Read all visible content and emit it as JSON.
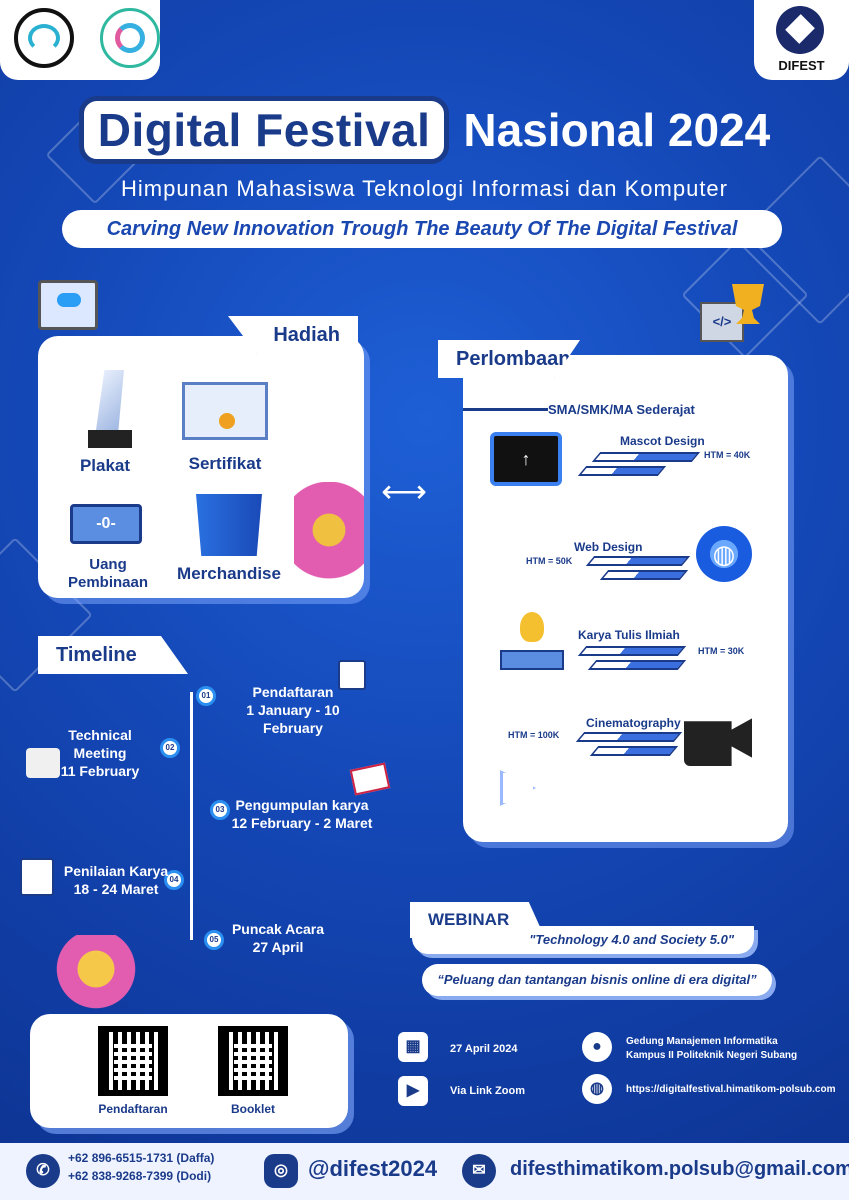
{
  "brand": {
    "difest_label": "DIFEST"
  },
  "title": {
    "part1": "Digital Festival",
    "part2": "Nasional 2024",
    "subtitle": "Himpunan Mahasiswa Teknologi Informasi dan Komputer",
    "tagline": "Carving New Innovation Trough The Beauty Of The Digital Festival"
  },
  "hadiah": {
    "label": "Hadiah",
    "items": [
      "Plakat",
      "Sertifikat",
      "Uang Pembinaan",
      "Merchandise"
    ]
  },
  "perlombaan": {
    "label": "Perlombaan",
    "category": "SMA/SMK/MA Sederajat",
    "competitions": [
      {
        "name": "Mascot Design",
        "htm": "HTM = 40K"
      },
      {
        "name": "Web Design",
        "htm": "HTM = 50K"
      },
      {
        "name": "Karya Tulis Ilmiah",
        "htm": "HTM = 30K"
      },
      {
        "name": "Cinematography",
        "htm": "HTM = 100K"
      }
    ]
  },
  "timeline": {
    "label": "Timeline",
    "items": [
      {
        "num": "01",
        "title": "Pendaftaran",
        "date": "1 January - 10 February"
      },
      {
        "num": "02",
        "title": "Technical Meeting",
        "date": "11 February"
      },
      {
        "num": "03",
        "title": "Pengumpulan karya",
        "date": "12 February - 2 Maret"
      },
      {
        "num": "04",
        "title": "Penilaian Karya",
        "date": "18 - 24 Maret"
      },
      {
        "num": "05",
        "title": "Puncak Acara",
        "date": "27 April"
      }
    ]
  },
  "webinar": {
    "label": "WEBINAR",
    "topic1": "\"Technology 4.0 and Society 5.0\"",
    "topic2": "“Peluang dan tantangan bisnis online di era digital”"
  },
  "qr": {
    "pendaftaran": "Pendaftaran",
    "booklet": "Booklet"
  },
  "info": {
    "date": "27 April 2024",
    "location_line1": "Gedung Manajemen Informatika",
    "location_line2": "Kampus II Politeknik Negeri Subang",
    "zoom": "Via Link Zoom",
    "website": "https://digitalfestival.himatikom-polsub.com"
  },
  "footer": {
    "phone1": "+62 896-6515-1731 (Daffa)",
    "phone2": "+62 838-9268-7399  (Dodi)",
    "instagram": "@difest2024",
    "email": "difesthimatikom.polsub@gmail.com"
  }
}
